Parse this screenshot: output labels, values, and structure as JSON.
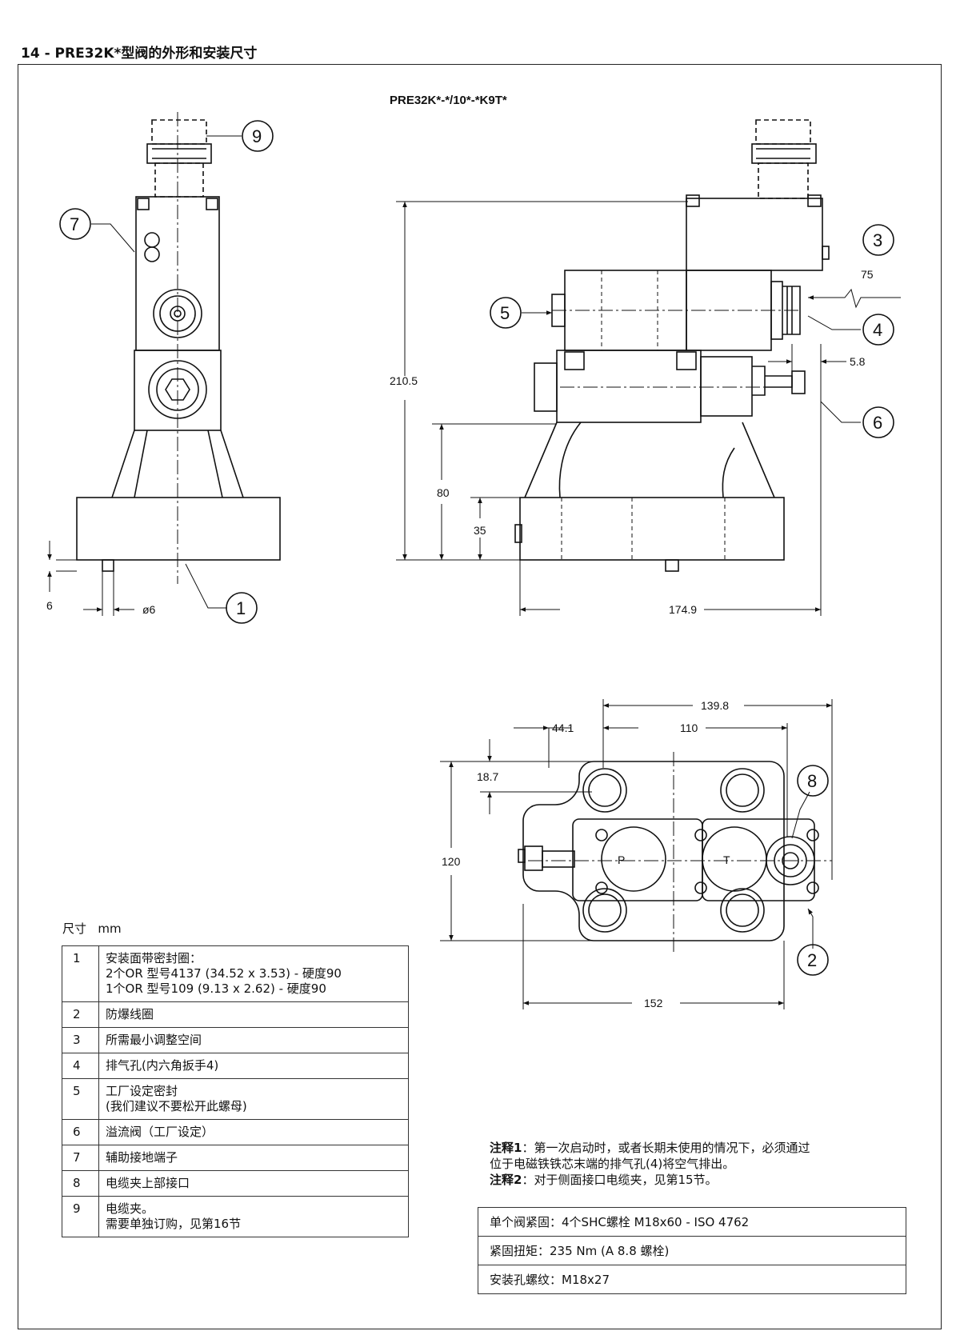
{
  "page": {
    "section_title": "14 - PRE32K*型阀的外形和安装尺寸",
    "model_code": "PRE32K*-*/10*-*K9T*"
  },
  "dimensions": {
    "side_left": {
      "d6": "6",
      "dia6": "ø6"
    },
    "front": {
      "h210": "210.5",
      "h80": "80",
      "h35": "35",
      "w174": "174.9",
      "d75": "75",
      "d58": "5.8"
    },
    "top": {
      "w139": "139.8",
      "w44": "44.1",
      "w110": "110",
      "h187": "18.7",
      "h120": "120",
      "w152": "152",
      "port_p": "P",
      "port_t": "T"
    }
  },
  "callouts": [
    "1",
    "2",
    "3",
    "4",
    "5",
    "6",
    "7",
    "8",
    "9"
  ],
  "units": {
    "label": "尺寸",
    "value": "mm"
  },
  "legend": [
    {
      "num": "1",
      "lines": [
        "安装面带密封圈：",
        "2个OR 型号4137 (34.52 x 3.53) - 硬度90",
        "1个OR 型号109 (9.13 x 2.62) - 硬度90"
      ]
    },
    {
      "num": "2",
      "lines": [
        "防爆线圈"
      ]
    },
    {
      "num": "3",
      "lines": [
        "所需最小调整空间"
      ]
    },
    {
      "num": "4",
      "lines": [
        "排气孔(内六角扳手4)"
      ]
    },
    {
      "num": "5",
      "lines": [
        "工厂设定密封",
        "(我们建议不要松开此螺母)"
      ]
    },
    {
      "num": "6",
      "lines": [
        "溢流阀（工厂设定）"
      ]
    },
    {
      "num": "7",
      "lines": [
        "辅助接地端子"
      ]
    },
    {
      "num": "8",
      "lines": [
        "电缆夹上部接口"
      ]
    },
    {
      "num": "9",
      "lines": [
        "电缆夹。",
        "需要单独订购，见第16节"
      ]
    }
  ],
  "notes": {
    "note1_label": "注释1",
    "note1_text": "：第一次启动时，或者长期未使用的情况下，必须通过",
    "note1_text2": "位于电磁铁铁芯末端的排气孔(4)将空气排出。",
    "note2_label": "注释2",
    "note2_text": "：对于侧面接口电缆夹，见第15节。"
  },
  "bolts": [
    "单个阀紧固：4个SHC螺栓  M18x60 - ISO 4762",
    "紧固扭矩：235 Nm (A 8.8 螺栓)",
    "安装孔螺纹：M18x27"
  ]
}
